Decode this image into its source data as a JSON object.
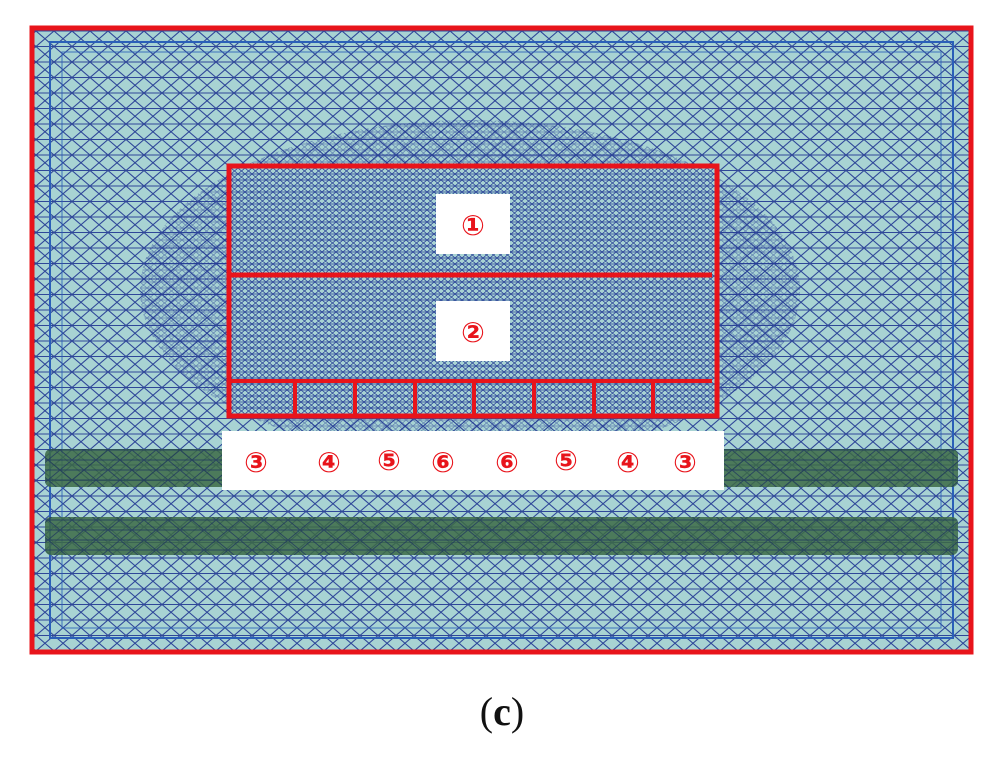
{
  "figure": {
    "caption_open": "(",
    "caption_letter": "c",
    "caption_close": ")",
    "upper_labels": [
      "①",
      "②"
    ],
    "bottom_labels": [
      "③",
      "④",
      "⑤",
      "⑥",
      "⑥",
      "⑤",
      "④",
      "③"
    ],
    "colors": {
      "boundary": "#e8141b",
      "mesh_fill": "#a8d3d3",
      "mesh_line": "#1a2f8f",
      "band_fill": "#3c6a45",
      "label_box": "#ffffff"
    }
  }
}
